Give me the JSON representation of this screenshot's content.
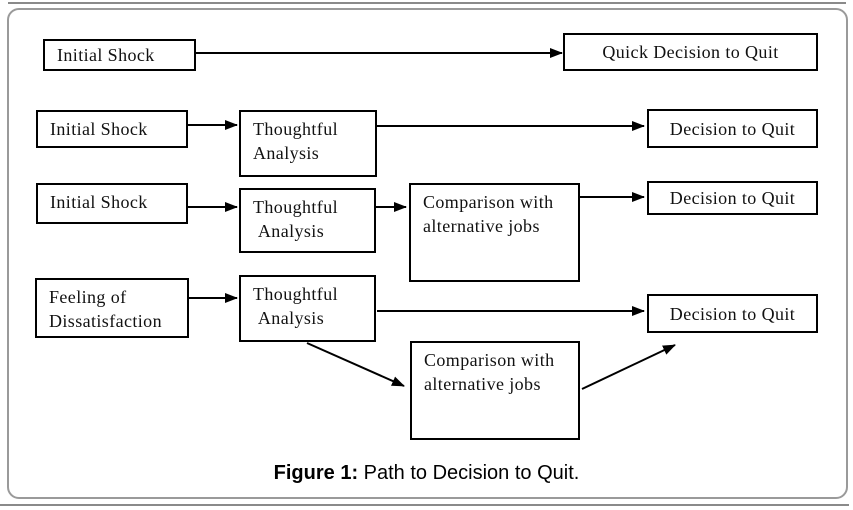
{
  "figure": {
    "caption": {
      "label": "Figure 1:",
      "text": " Path to Decision to Quit."
    }
  },
  "diagram": {
    "type": "flowchart",
    "rows": 4,
    "nodes": [
      {
        "id": "r1-initial-shock",
        "label": "Initial Shock"
      },
      {
        "id": "r1-quick-decision",
        "label": "Quick Decision to Quit"
      },
      {
        "id": "r2-initial-shock",
        "label": "Initial Shock"
      },
      {
        "id": "r2-thoughtful-analysis",
        "label": "Thoughtful\nAnalysis"
      },
      {
        "id": "r2-decision",
        "label": "Decision to Quit"
      },
      {
        "id": "r3-initial-shock",
        "label": "Initial Shock"
      },
      {
        "id": "r3-thoughtful-analysis",
        "label": "Thoughtful\n Analysis"
      },
      {
        "id": "r3-comparison",
        "label": "Comparison with\nalternative jobs"
      },
      {
        "id": "r3-decision",
        "label": "Decision to Quit"
      },
      {
        "id": "r4-feeling",
        "label": "Feeling of\nDissatisfaction"
      },
      {
        "id": "r4-thoughtful-analysis",
        "label": "Thoughtful\n Analysis"
      },
      {
        "id": "r4-comparison",
        "label": "Comparison with\nalternative jobs"
      },
      {
        "id": "r4-decision",
        "label": "Decision to Quit"
      }
    ],
    "edges": [
      {
        "from": "r1-initial-shock",
        "to": "r1-quick-decision"
      },
      {
        "from": "r2-initial-shock",
        "to": "r2-thoughtful-analysis"
      },
      {
        "from": "r2-thoughtful-analysis",
        "to": "r2-decision"
      },
      {
        "from": "r3-initial-shock",
        "to": "r3-thoughtful-analysis"
      },
      {
        "from": "r3-thoughtful-analysis",
        "to": "r3-comparison"
      },
      {
        "from": "r3-comparison",
        "to": "r3-decision"
      },
      {
        "from": "r4-feeling",
        "to": "r4-thoughtful-analysis"
      },
      {
        "from": "r4-thoughtful-analysis",
        "to": "r4-decision"
      },
      {
        "from": "r4-thoughtful-analysis",
        "to": "r4-comparison"
      },
      {
        "from": "r4-comparison",
        "to": "r4-decision"
      }
    ],
    "colors": {
      "node_border": "#000000",
      "node_fill": "#ffffff",
      "arrow": "#000000",
      "frame_border": "#9a9a9a",
      "rule_line": "#8a8a8a"
    }
  }
}
